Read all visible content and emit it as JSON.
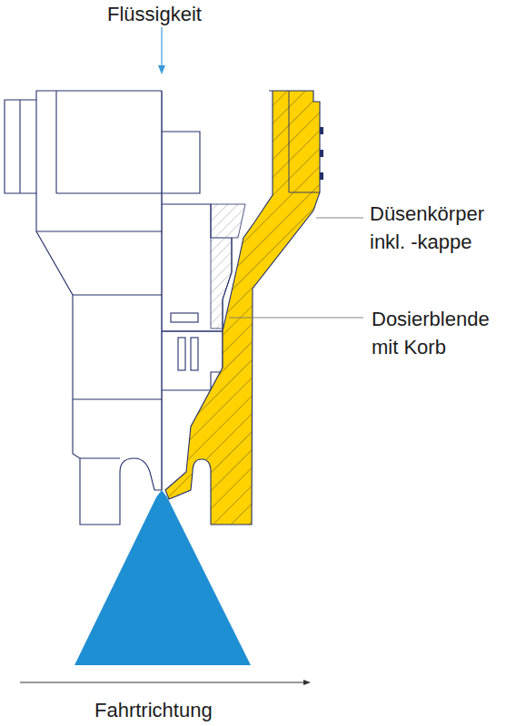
{
  "diagram": {
    "labels": [
      "Flüssigkeit",
      "Düsenkörper inkl. -kappe",
      "Dosierblende mit Korb",
      "Fahrtrichtung"
    ]
  }
}
